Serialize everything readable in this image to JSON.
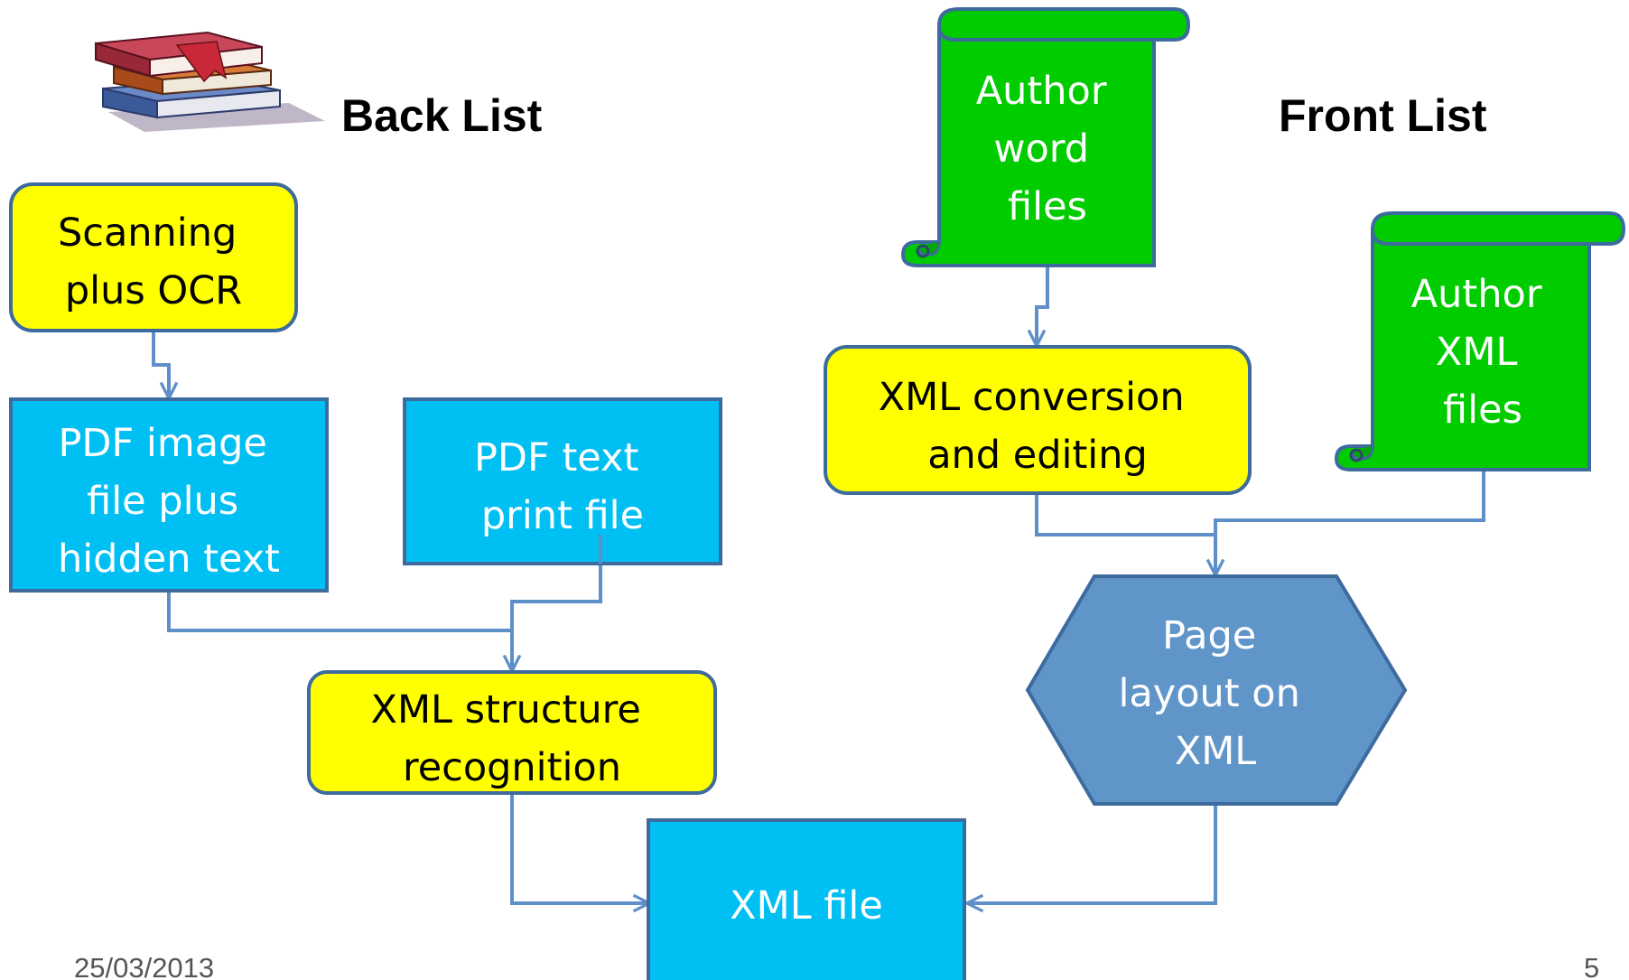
{
  "headings": {
    "back_list": "Back List",
    "front_list": "Front List"
  },
  "footer": {
    "date": "25/03/2013",
    "page_number": "5"
  },
  "nodes": {
    "scanning": {
      "lines": [
        "Scanning",
        "plus OCR"
      ]
    },
    "pdf_image": {
      "lines": [
        "PDF image",
        "file plus",
        "hidden text"
      ]
    },
    "pdf_text": {
      "lines": [
        "PDF text",
        "print file"
      ]
    },
    "xml_structure": {
      "lines": [
        "XML structure",
        "recognition"
      ]
    },
    "xml_file": {
      "lines": [
        "XML file"
      ]
    },
    "author_word": {
      "lines": [
        "Author",
        "word",
        "files"
      ]
    },
    "xml_conversion": {
      "lines": [
        "XML conversion",
        "and editing"
      ]
    },
    "author_xml": {
      "lines": [
        "Author",
        "XML",
        "files"
      ]
    },
    "page_layout": {
      "lines": [
        "Page",
        "layout on",
        "XML"
      ]
    }
  },
  "icons": {
    "books": "stack-of-books-icon"
  },
  "colors": {
    "yellow_box": "#ffff00",
    "cyan_box": "#00bff3",
    "green_scroll": "#00cc00",
    "hexagon": "#6095c9",
    "connector": "#5f8fc9",
    "border": "#3d6b9e"
  }
}
